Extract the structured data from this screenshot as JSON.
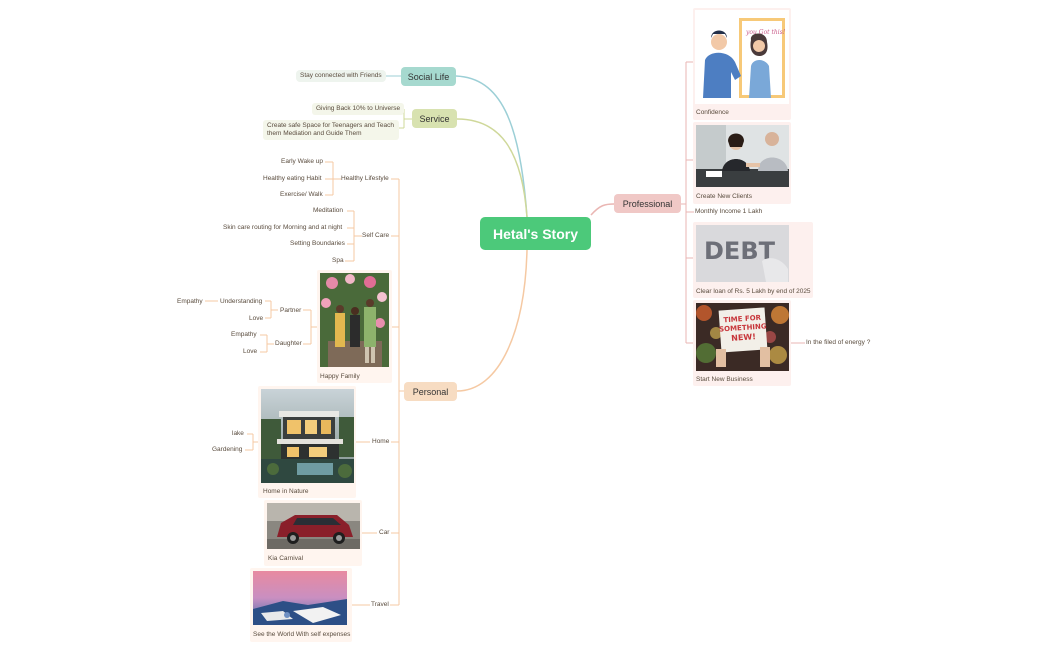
{
  "central": {
    "title": "Hetal's Story"
  },
  "social_life": {
    "label": "Social Life",
    "items": [
      "Stay connected with Friends"
    ]
  },
  "service": {
    "label": "Service",
    "items": [
      "Giving Back 10% to Universe",
      "Create  safe Space for Teenagers and Teach them Mediation and Guide Them"
    ]
  },
  "personal": {
    "label": "Personal",
    "healthy_lifestyle": {
      "label": "Healthy Lifestyle",
      "items": [
        "Early Wake up",
        "Healthy eating Habit",
        "Exercise/ Walk"
      ]
    },
    "self_care": {
      "label": "Self Care",
      "items": [
        "Meditation",
        "Skin care routing for Morning and at night",
        "Setting Boundaries",
        "Spa"
      ]
    },
    "family": {
      "caption": "Happy  Family",
      "partner": {
        "label": "Partner",
        "understanding": "Understanding",
        "empathy": "Empathy",
        "love": "Love"
      },
      "daughter": {
        "label": "Daughter",
        "empathy": "Empathy",
        "love": "Love"
      }
    },
    "home": {
      "label": "Home",
      "caption": "Home in Nature",
      "items": [
        "lake",
        "Gardening"
      ]
    },
    "car": {
      "label": "Car",
      "caption": "Kia Carnival"
    },
    "travel": {
      "label": "Travel",
      "caption": "See the World With self expenses"
    }
  },
  "professional": {
    "label": "Professional",
    "confidence": {
      "caption": "Confidence",
      "poster_text": "you Got this!"
    },
    "clients": {
      "caption": "Create New Clients"
    },
    "income": {
      "label": "Monthly Income 1 Lakh"
    },
    "debt": {
      "caption": "Clear loan of Rs. 5 Lakh by end of 2025",
      "image_text": "DEBT"
    },
    "business": {
      "caption": "Start New Business",
      "sign_text": "TIME FOR SOMETHING NEW!",
      "note": "In the filed of energy ?"
    }
  },
  "colors": {
    "central": "#4cc97a",
    "social": "#a6d9cf",
    "service": "#d8e2b0",
    "personal": "#f7dcc2",
    "professional": "#f0c8c6",
    "line_social": "#9ccfd6",
    "line_service": "#cfd89a",
    "line_personal": "#f5c9a3",
    "line_professional": "#eab6b3"
  }
}
